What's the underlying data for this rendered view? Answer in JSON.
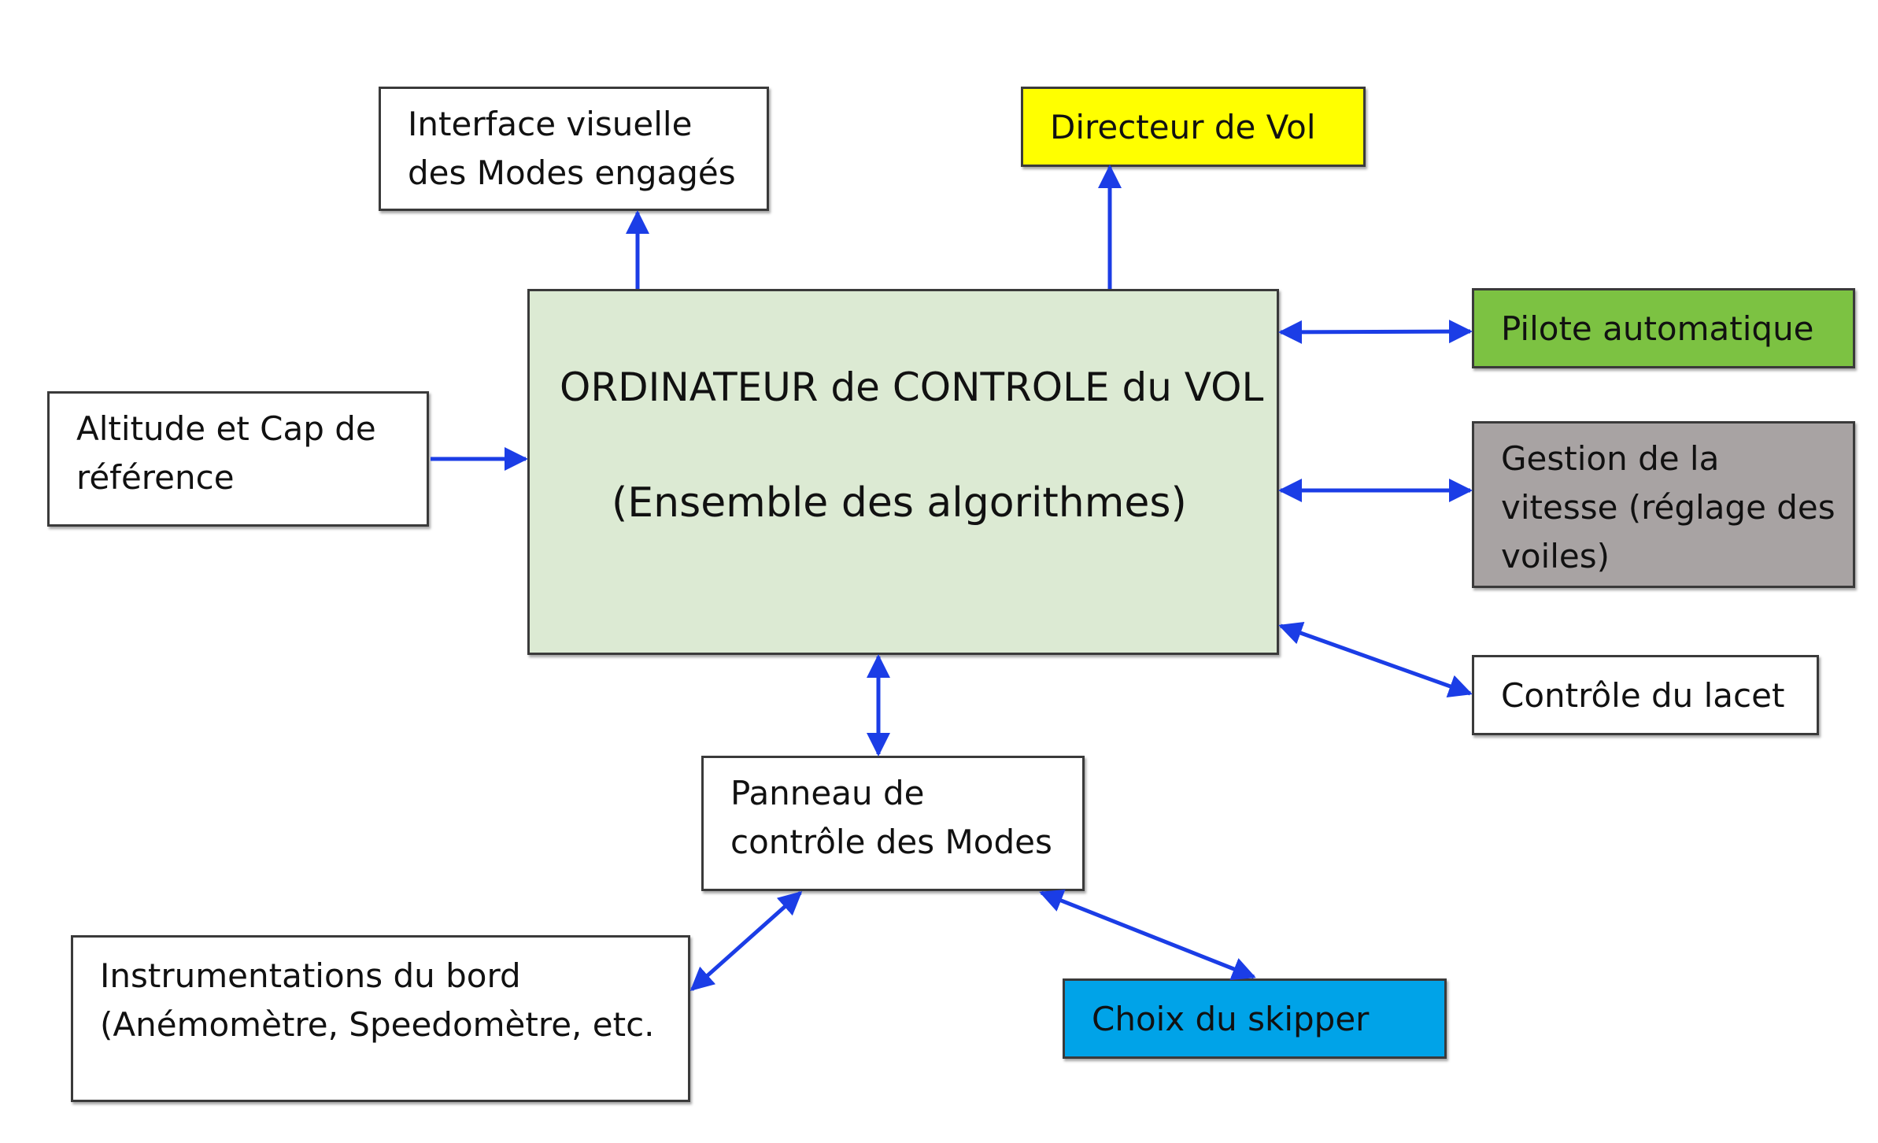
{
  "colors": {
    "computer_fill": "#dcead3",
    "directeur_fill": "#ffff00",
    "pilote_fill": "#7cc242",
    "vitesse_fill": "#a8a3a3",
    "skipper_fill": "#00a3e8",
    "arrow": "#1b3de6"
  },
  "nodes": {
    "interface": {
      "line1": "Interface visuelle",
      "line2": "des Modes engagés"
    },
    "directeur": {
      "label": "Directeur de Vol"
    },
    "altitude": {
      "line1": "Altitude et Cap de",
      "line2": "référence"
    },
    "computer": {
      "title": "ORDINATEUR de CONTROLE du VOL",
      "subtitle": "(Ensemble des algorithmes)"
    },
    "pilote": {
      "label": "Pilote automatique"
    },
    "vitesse": {
      "line1": "Gestion de la",
      "line2": "vitesse (réglage des",
      "line3": "voiles)"
    },
    "lacet": {
      "label": "Contrôle du lacet"
    },
    "panneau": {
      "line1": "Panneau de",
      "line2": "contrôle des Modes"
    },
    "instrumentations": {
      "line1": "Instrumentations du bord",
      "line2": "(Anémomètre, Speedomètre, etc."
    },
    "skipper": {
      "label": "Choix du skipper"
    }
  }
}
